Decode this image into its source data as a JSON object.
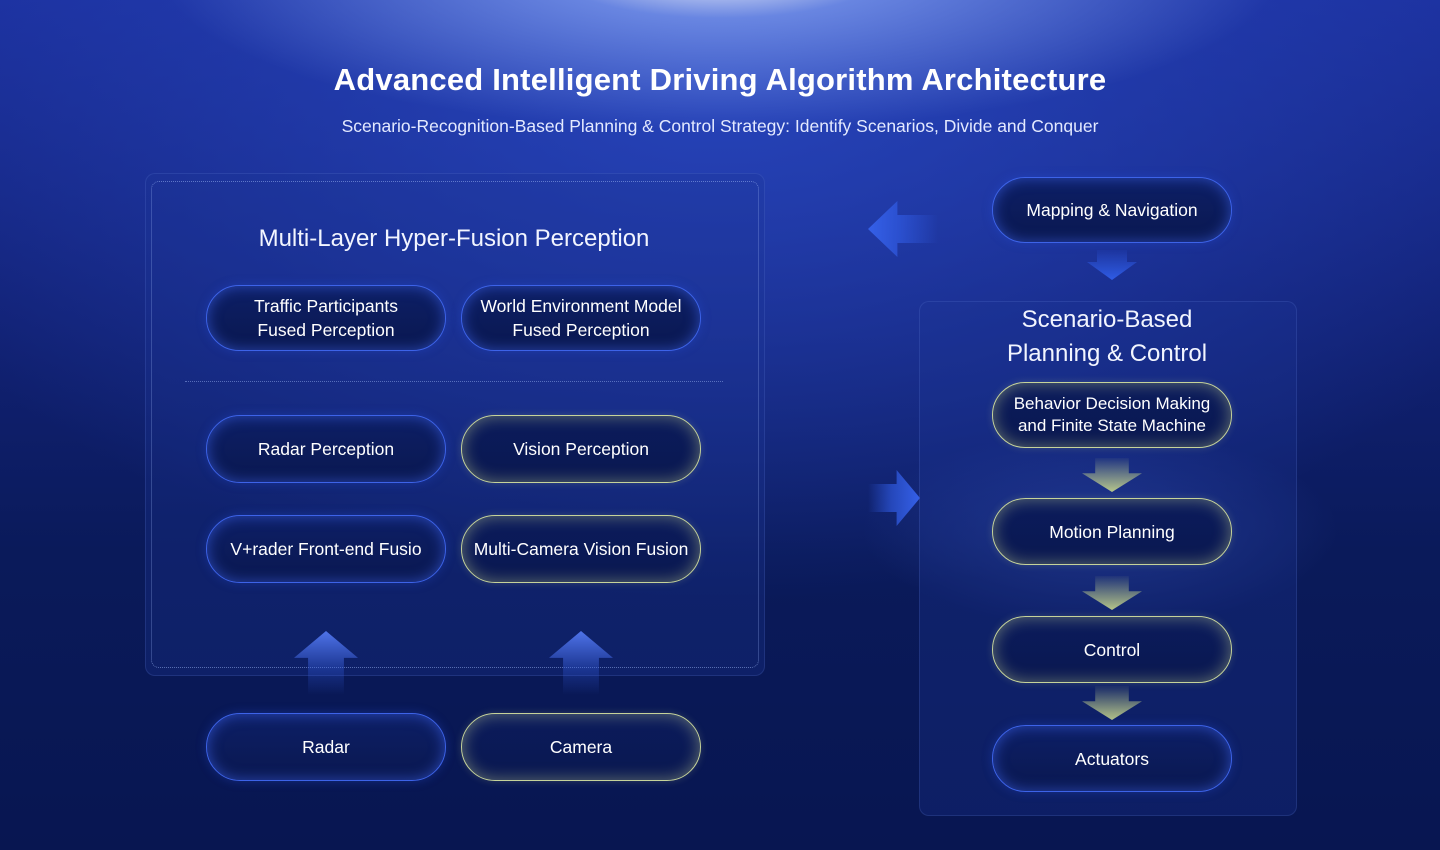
{
  "header": {
    "title": "Advanced Intelligent Driving Algorithm Architecture",
    "subtitle": "Scenario-Recognition-Based Planning & Control Strategy: Identify Scenarios, Divide and Conquer"
  },
  "perception": {
    "title": "Multi-Layer Hyper-Fusion Perception",
    "fused": [
      "Traffic Participants\nFused Perception",
      "World Environment Model\nFused Perception"
    ],
    "radar_perception": "Radar Perception",
    "vision_perception": "Vision Perception",
    "front_end_fusion": "V+rader Front-end Fusio",
    "multi_camera_fusion": "Multi-Camera Vision Fusion"
  },
  "sensors": {
    "radar": "Radar",
    "camera": "Camera"
  },
  "mapping": {
    "label": "Mapping & Navigation"
  },
  "planning": {
    "title": "Scenario-Based\nPlanning & Control",
    "behavior": "Behavior Decision Making\nand Finite State Machine",
    "motion": "Motion Planning",
    "control": "Control",
    "actuators": "Actuators"
  },
  "colors": {
    "background_top": "#1b2f9c",
    "background_bottom": "#081651",
    "pill_blue_border": "#3d63e8",
    "pill_green_border": "#c6d39a",
    "arrow_blue": "#3560e8"
  }
}
